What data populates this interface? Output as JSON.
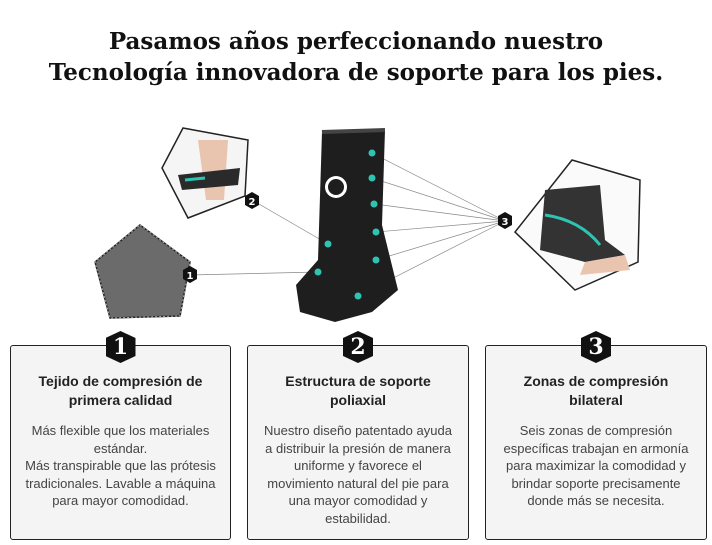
{
  "title": {
    "line1": "Pasamos años perfeccionando nuestro",
    "line2": "Tecnología innovadora de soporte para los pies."
  },
  "callouts": [
    "1",
    "2",
    "3"
  ],
  "cards": [
    {
      "number": "1",
      "heading": "Tejido de compresión de primera calidad",
      "body": "Más flexible que los materiales estándar.\nMás transpirable que las prótesis tradicionales. Lavable a máquina para mayor comodidad."
    },
    {
      "number": "2",
      "heading": "Estructura de soporte poliaxial",
      "body": "Nuestro diseño patentado ayuda a distribuir la presión de manera uniforme y favorece el movimiento natural del pie para una mayor comodidad y estabilidad."
    },
    {
      "number": "3",
      "heading": "Zonas de compresión bilateral",
      "body": "Seis zonas de compresión específicas trabajan en armonía para maximizar la comodidad y brindar soporte precisamente donde más se necesita."
    }
  ],
  "colors": {
    "accent": "#2fc4b2",
    "dark": "#111111"
  }
}
